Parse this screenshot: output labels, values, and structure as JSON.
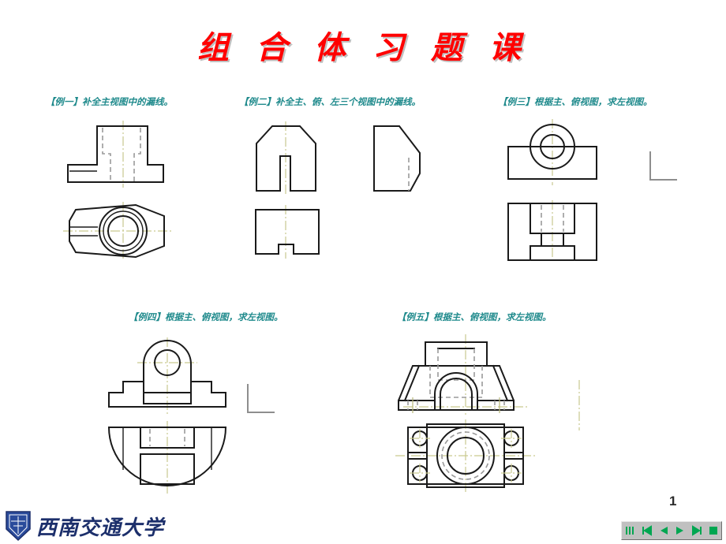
{
  "slide": {
    "title": "组 合 体 习 题 课",
    "title_color": "#ff0000",
    "page_number": "1",
    "background": "#ffffff"
  },
  "label_color": "#1f8a8c",
  "examples": [
    {
      "id": "example-1",
      "bracket_open": "【",
      "tag": "例一",
      "bracket_close": "】",
      "task": "补全主视图中的漏线。",
      "full_label": "【例一】补全主视图中的漏线。",
      "views": [
        "front-view",
        "top-view"
      ],
      "description": "T-shaped front view with hidden dashed lines and vertical centerline; octagonal top view with concentric circles."
    },
    {
      "id": "example-2",
      "bracket_open": "【",
      "tag": "例二",
      "bracket_close": "】",
      "task": "补全主、俯、左三个视图中的漏线。",
      "full_label": "【例二】补全主、俯、左三个视图中的漏线。",
      "views": [
        "front-view",
        "side-view",
        "top-view"
      ],
      "description": "Arch-shaped front view with bottom notch, chamfered left side view with hidden line, rectangular top view with notch."
    },
    {
      "id": "example-3",
      "bracket_open": "【",
      "tag": "例三",
      "bracket_close": "】",
      "task": "根据主、俯视图，求左视图。",
      "full_label": "【例三】根据主、俯视图，求左视图。",
      "views": [
        "front-view",
        "top-view",
        "side-view-placeholder"
      ],
      "description": "Rectangle with boss circles front view; H-pattern top view; empty L corner marker for the required side view."
    },
    {
      "id": "example-4",
      "bracket_open": "【",
      "tag": "例四",
      "bracket_close": "】",
      "task": "根据主、俯视图，求左视图。",
      "full_label": "【例四】根据主、俯视图，求左视图。",
      "views": [
        "front-view",
        "top-view",
        "side-view-placeholder"
      ],
      "description": "Rounded-top lug with hole on stepped base; semicircular top view with inner rectangles; empty L corner marker."
    },
    {
      "id": "example-5",
      "bracket_open": "【",
      "tag": "例五",
      "bracket_close": "】",
      "task": "根据主、俯视图，求左视图。",
      "full_label": "【例五】根据主、俯视图，求左视图。",
      "views": [
        "front-view",
        "top-view",
        "side-view-placeholder"
      ],
      "description": "Bearing housing front view with arch bore, ribs and bolt holes; flanged top view with four bolt holes and concentric bore circles."
    }
  ],
  "footer": {
    "university_name": "西南交通大学",
    "emblem": "shield-emblem",
    "emblem_color": "#1c2f6b"
  },
  "navbar": {
    "accent_color": "#00a651",
    "background": "#c0c0c0",
    "buttons": [
      {
        "name": "first-slide-button",
        "icon": "skip-back-icon"
      },
      {
        "name": "previous-slide-button",
        "icon": "play-back-icon"
      },
      {
        "name": "next-slide-button",
        "icon": "play-forward-icon"
      },
      {
        "name": "last-slide-button",
        "icon": "skip-forward-icon"
      },
      {
        "name": "stop-button",
        "icon": "stop-icon"
      }
    ]
  }
}
